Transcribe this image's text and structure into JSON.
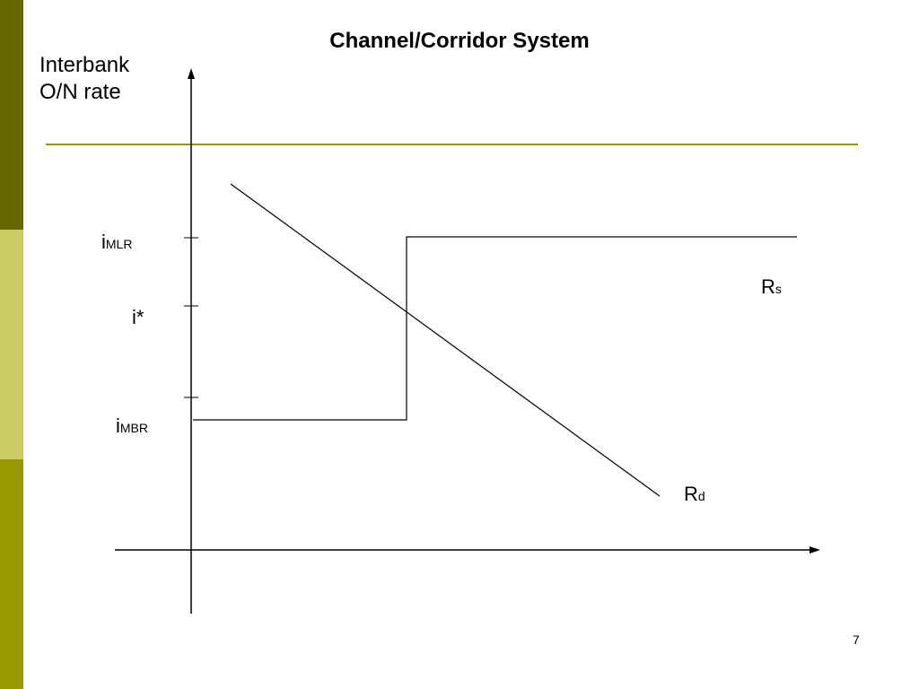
{
  "colors": {
    "band_top": "#666600",
    "band_mid": "#cccc66",
    "band_bot": "#999900",
    "accent_line": "#999900"
  },
  "title": "Channel/Corridor System",
  "y_axis_label": {
    "line1": "Interbank",
    "line2": "O/N rate"
  },
  "labels": {
    "i_mlr": {
      "main": "i",
      "sub": "MLR"
    },
    "i_star": "i*",
    "i_mbr": {
      "main": "i",
      "sub": "MBR"
    },
    "rs": {
      "main": "R",
      "sub": "s"
    },
    "rd": {
      "main": "R",
      "sub": "d"
    }
  },
  "slide_number": "7"
}
